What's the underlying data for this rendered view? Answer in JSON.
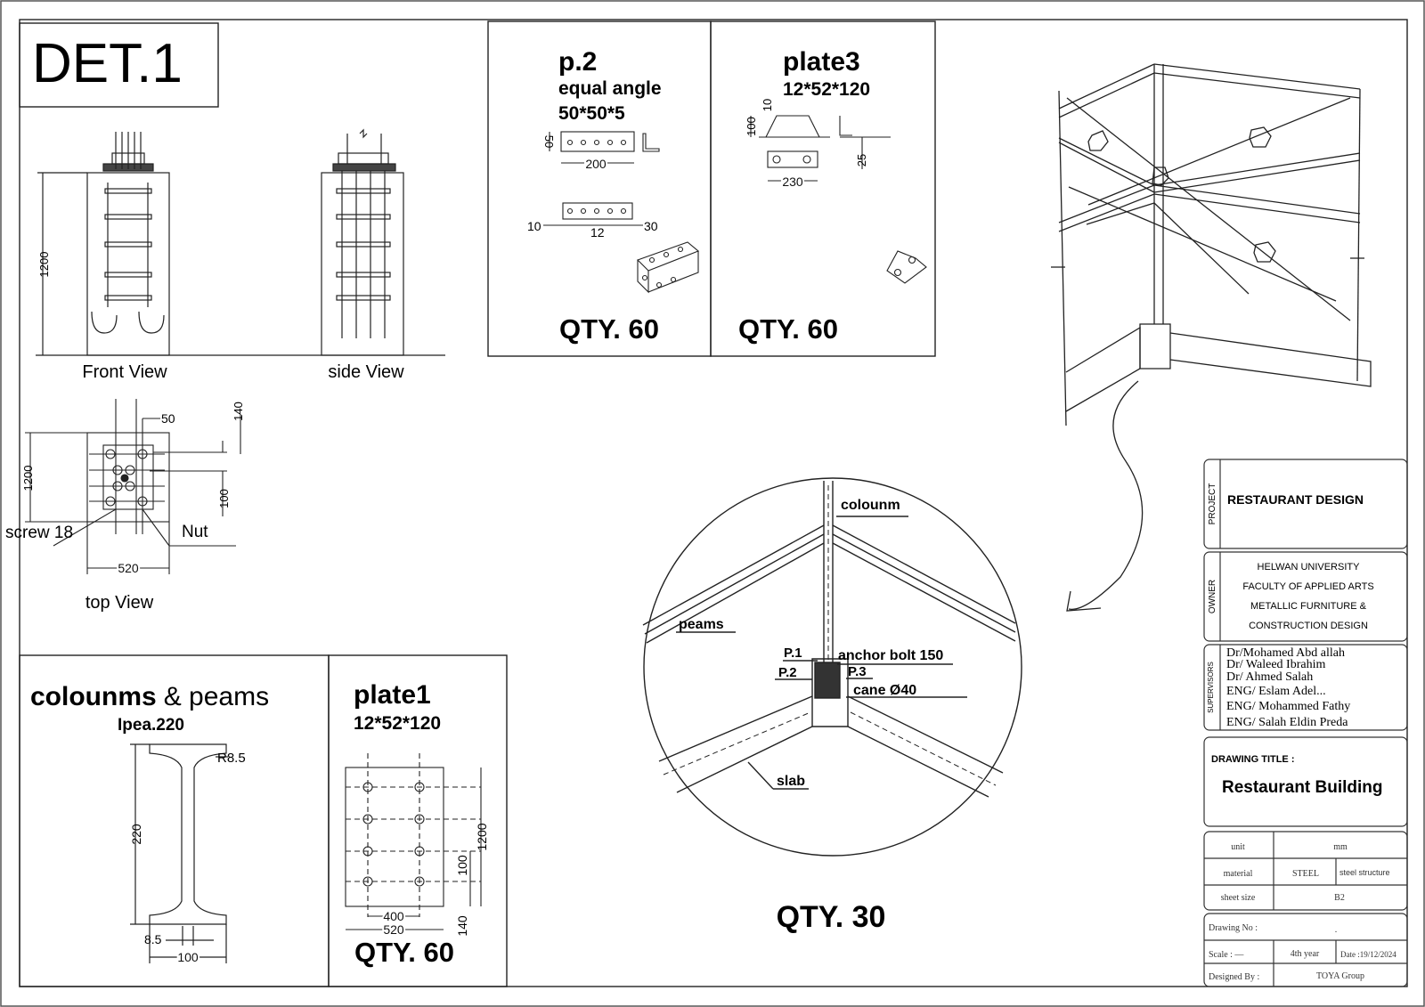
{
  "sheet_title": "DET.1",
  "views": {
    "front": "Front View",
    "side": "side View",
    "top": "top View"
  },
  "dims": {
    "h1200": "1200",
    "d50": "50",
    "d140": "140",
    "d100": "100",
    "d520": "520",
    "screw": "screw 18",
    "nut": "Nut"
  },
  "p2": {
    "title": "p.2",
    "subtitle": "equal angle",
    "size": "50*50*5",
    "d50": "50",
    "d200": "200",
    "d10": "10",
    "d12": "12",
    "d30": "30",
    "qty": "QTY. 60"
  },
  "plate3": {
    "title": "plate3",
    "size": "12*52*120",
    "d100": "100",
    "d10": "10",
    "d25": "25",
    "d230": "230",
    "qty": "QTY. 60"
  },
  "columns": {
    "title_bold": "colounms",
    "title_rest": "& peams",
    "section": "Ipea.220",
    "r": "R8.5",
    "h220": "220",
    "t85": "8.5",
    "w100": "100"
  },
  "plate1": {
    "title": "plate1",
    "size": "12*52*120",
    "d1200": "1200",
    "d100": "100",
    "d140": "140",
    "d400": "400",
    "d520": "520",
    "qty": "QTY. 60"
  },
  "detail": {
    "colounm": "colounm",
    "peams": "peams",
    "p1": "P.1",
    "p2": "P.2",
    "p3": "P.3",
    "anchor": "anchor bolt 150",
    "cane": "cane Ø40",
    "slab": "slab",
    "qty": "QTY. 30"
  },
  "title_block": {
    "project_label": "PROJECT",
    "project": "RESTAURANT DESIGN",
    "owner_label": "OWNER",
    "owner_lines": [
      "HELWAN UNIVERSITY",
      "FACULTY OF APPLIED ARTS",
      "METALLIC FURNITURE &",
      "CONSTRUCTION DESIGN"
    ],
    "supervisors_label": "SUPERVISORS",
    "supervisors": [
      "Dr/Mohamed Abd allah",
      "Dr/ Waleed Ibrahim",
      "Dr/ Ahmed Salah",
      "ENG/ Eslam Adel...",
      "ENG/ Mohammed Fathy",
      "ENG/ Salah Eldin Preda"
    ],
    "drawing_title_label": "DRAWING TITLE :",
    "drawing_title": "Restaurant Building",
    "unit_label": "unit",
    "unit": "mm",
    "material_label": "material",
    "material": "STEEL",
    "material_note": "steel structure",
    "sheet_size_label": "sheet size",
    "sheet_size": "B2",
    "drawing_no_label": "Drawing No :",
    "drawing_no": ".",
    "scale_label": "Scale : —",
    "year": "4th year",
    "date": "Date :19/12/2024",
    "designed_by_label": "Designed By :",
    "designed_by": "TOYA Group"
  }
}
